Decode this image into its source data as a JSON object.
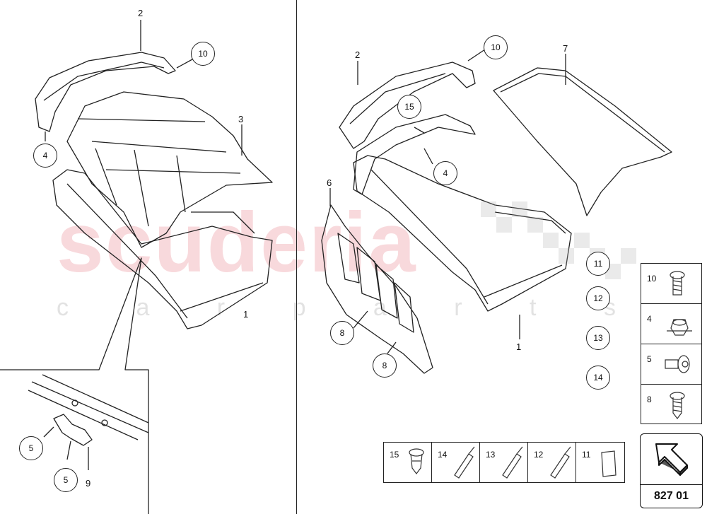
{
  "watermark": {
    "brand": "scuderia",
    "sub": "c a r p a r t s"
  },
  "left_panel": {
    "callouts": {
      "c2": "2",
      "c3": "3",
      "c1": "1",
      "c10": "10",
      "c4": "4",
      "c5a": "5",
      "c5b": "5",
      "c9": "9"
    }
  },
  "right_panel": {
    "callouts": {
      "c2": "2",
      "c7": "7",
      "c10": "10",
      "c15": "15",
      "c4": "4",
      "c6": "6",
      "c1": "1",
      "c8a": "8",
      "c8b": "8",
      "c11": "11",
      "c12": "12",
      "c13": "13",
      "c14": "14"
    }
  },
  "fastener_legend": [
    "10",
    "4",
    "5",
    "8"
  ],
  "consumables_legend": [
    "15",
    "14",
    "13",
    "12",
    "11"
  ],
  "page_code": "827 01"
}
